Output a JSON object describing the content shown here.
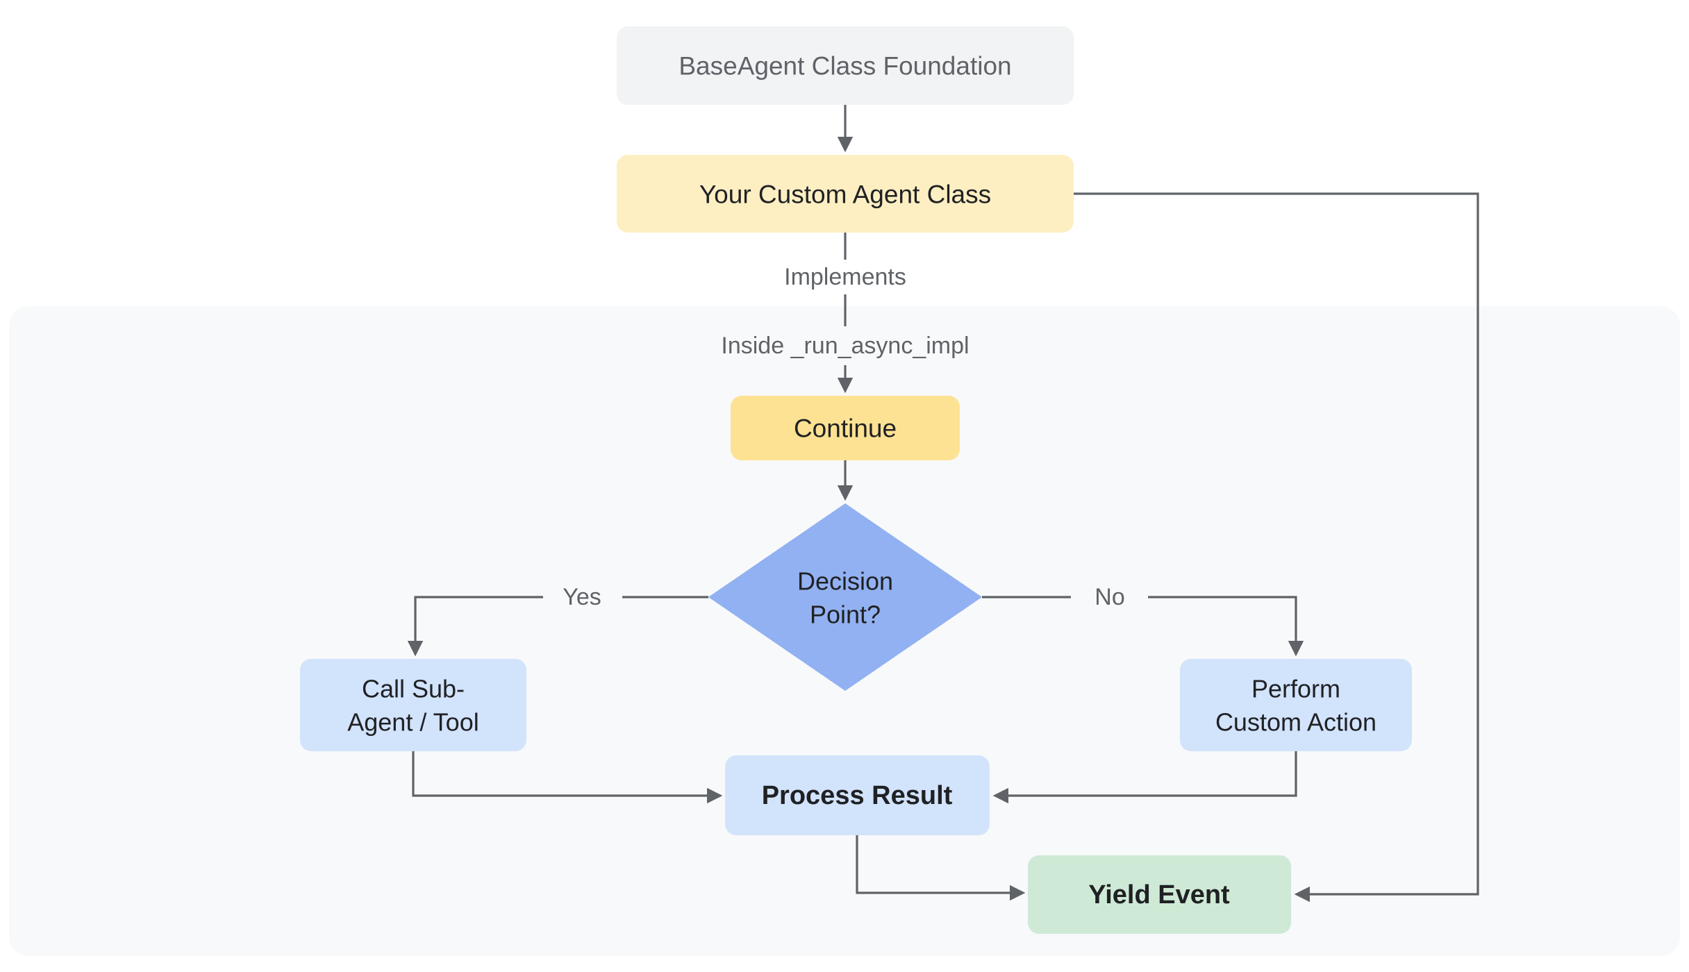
{
  "diagram": {
    "nodes": {
      "base": {
        "label": "BaseAgent Class Foundation"
      },
      "custom": {
        "label": "Your Custom Agent Class"
      },
      "continue_node": {
        "label": "Continue"
      },
      "decision": {
        "lines": [
          "Decision",
          "Point?"
        ]
      },
      "call_sub": {
        "lines": [
          "Call Sub-",
          "Agent / Tool"
        ]
      },
      "perform": {
        "lines": [
          "Perform",
          "Custom Action"
        ]
      },
      "process": {
        "label": "Process Result"
      },
      "yield_event": {
        "label": "Yield Event"
      }
    },
    "edge_labels": {
      "implements": "Implements",
      "inside": "Inside _run_async_impl",
      "yes": "Yes",
      "no": "No"
    },
    "colors": {
      "background": "#ffffff",
      "panel": "#f8f9fa",
      "node_gray": "#f1f3f4",
      "node_yellow_light": "#feefc3",
      "node_yellow": "#fde293",
      "node_blue": "#92b1f2",
      "node_blue_light": "#d2e3fc",
      "node_green": "#ceead6",
      "edge": "#5f6368",
      "text_dark": "#202124",
      "text_gray": "#5f6368"
    }
  }
}
